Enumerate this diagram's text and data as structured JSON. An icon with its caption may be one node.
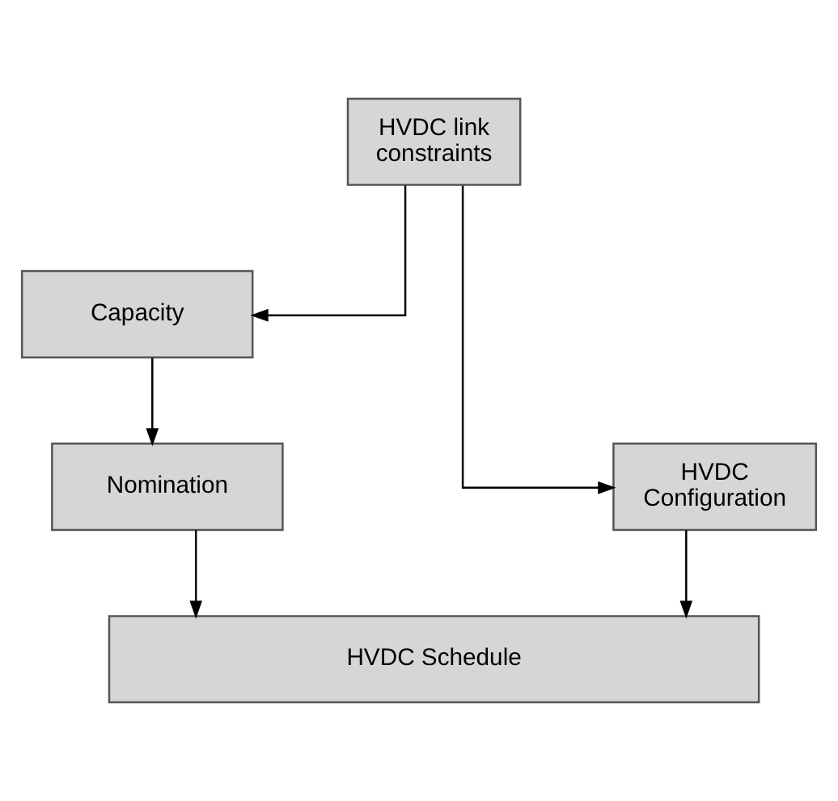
{
  "diagram": {
    "nodes": [
      {
        "text": [
          "HVDC link constraints"
        ]
      },
      {
        "text": [
          "Capacity"
        ]
      },
      {
        "text": [
          "Nomination"
        ]
      },
      {
        "text": [
          "HVDC Configuration"
        ]
      },
      {
        "text": [
          "HVDC Schedule"
        ]
      }
    ],
    "edges": [
      {
        "from": 0,
        "to": 1,
        "arrow": "to"
      },
      {
        "from": 0,
        "to": 3,
        "arrow": "to"
      },
      {
        "from": 1,
        "to": 2,
        "arrow": "to"
      },
      {
        "from": 2,
        "to": 4,
        "arrow": "to"
      },
      {
        "from": 3,
        "to": 4,
        "arrow": "to"
      }
    ]
  }
}
